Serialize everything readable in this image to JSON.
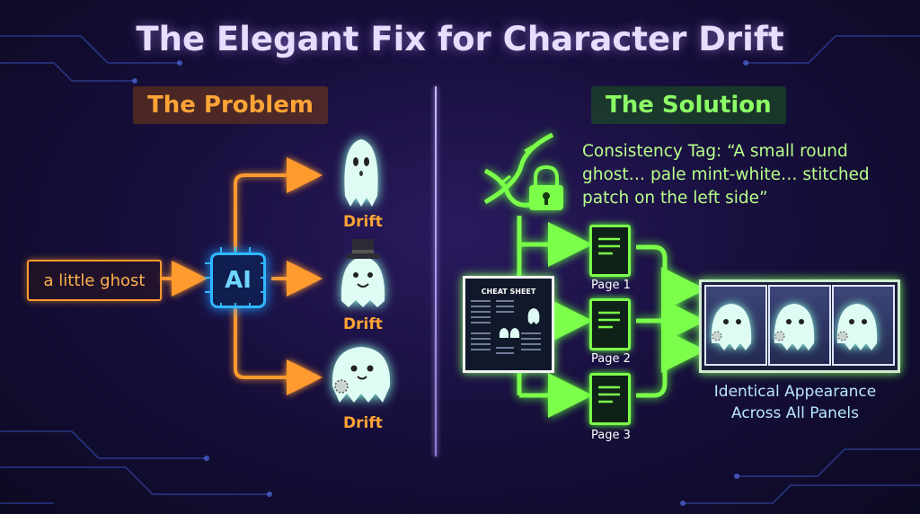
{
  "title": "The Elegant Fix for Character Drift",
  "problem": {
    "header": "The Problem",
    "prompt": "a little ghost",
    "model_label": "AI",
    "drift_labels": [
      "Drift",
      "Drift",
      "Drift"
    ]
  },
  "solution": {
    "header": "The Solution",
    "tag_line1": "Consistency Tag: “A small round",
    "tag_line2": "ghost… pale mint-white… stitched",
    "tag_line3": "patch on the left side”",
    "cheat_sheet_title": "CHEAT SHEET",
    "pages": [
      "Page 1",
      "Page 2",
      "Page 3"
    ],
    "result_line1": "Identical Appearance",
    "result_line2": "Across All Panels"
  },
  "colors": {
    "problem_accent": "#ff9a2e",
    "solution_accent": "#7cff4a",
    "ai_chip": "#2fb8ff",
    "ghost": "#dffcf4"
  },
  "icons": [
    "cpu-chip-icon",
    "dna-icon",
    "padlock-icon",
    "document-icon",
    "ghost-icon",
    "top-hat-icon",
    "stitched-patch-icon"
  ]
}
